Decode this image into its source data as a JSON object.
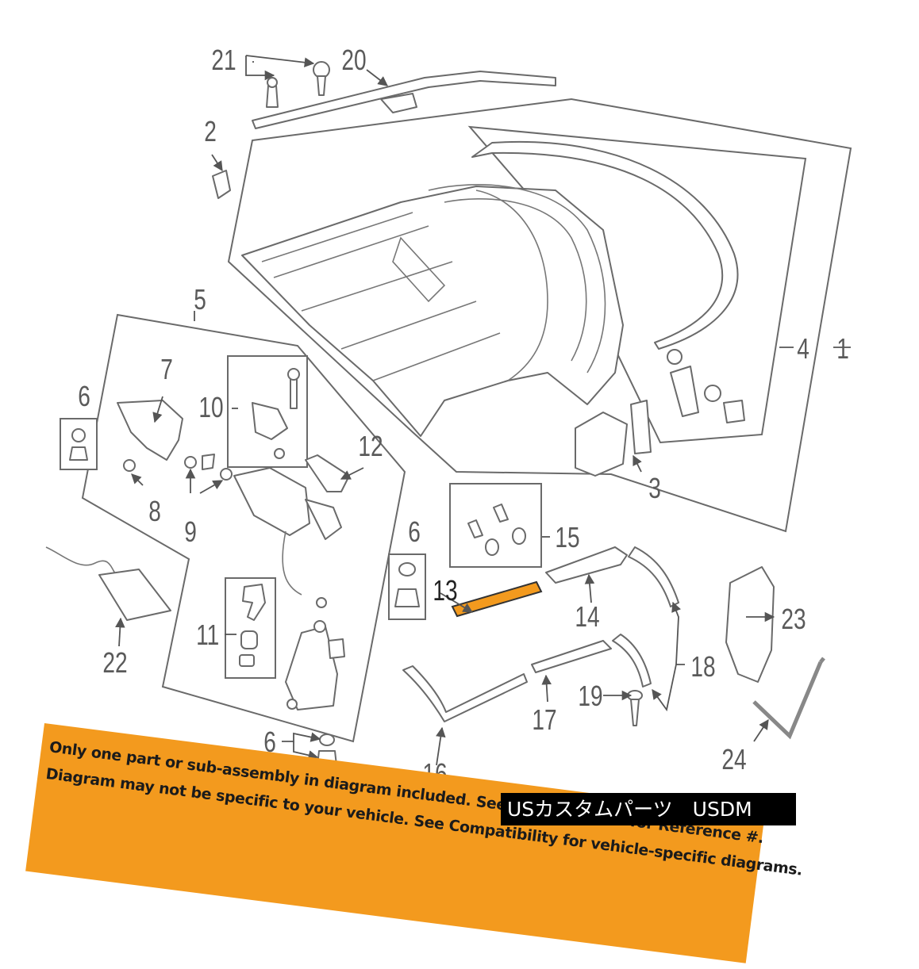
{
  "diagram": {
    "callouts": [
      "1",
      "2",
      "3",
      "4",
      "5",
      "6",
      "6",
      "6",
      "7",
      "8",
      "9",
      "10",
      "11",
      "12",
      "13",
      "14",
      "15",
      "16",
      "17",
      "18",
      "19",
      "20",
      "21",
      "22",
      "23",
      "24"
    ],
    "highlighted_part": "13",
    "highlight_color": "#f39a1e"
  },
  "disclaimer": {
    "line1": "Only one part or sub-assembly in diagram included. See Item Specifics for Reference #.",
    "line2": "Diagram may not be specific to your vehicle. See Compatibility for vehicle-specific diagrams.",
    "background_color": "#f39a1e"
  },
  "watermark": {
    "text": "USカスタムパーツ　USDM"
  }
}
